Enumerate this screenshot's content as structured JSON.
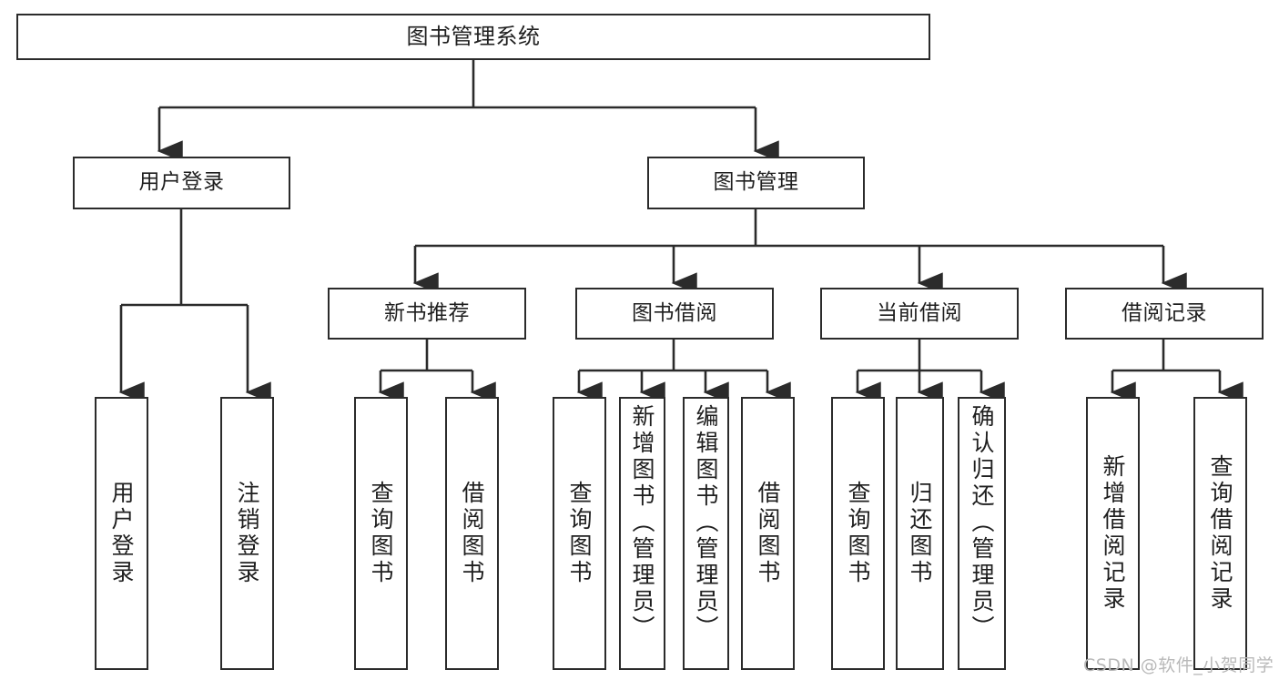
{
  "diagram": {
    "title": "图书管理系统",
    "type": "tree-hierarchy-chart",
    "watermark": "CSDN @软件_小贺同学",
    "colors": {
      "box_border": "#2b2b2b",
      "box_fill": "#ffffff",
      "connector": "#2b2b2b",
      "text": "#1f1f1f",
      "watermark": "#b9b9b9"
    }
  },
  "root": {
    "label": "图书管理系统"
  },
  "level2": [
    {
      "label": "用户登录"
    },
    {
      "label": "图书管理"
    }
  ],
  "level3": [
    {
      "label": "新书推荐"
    },
    {
      "label": "图书借阅"
    },
    {
      "label": "当前借阅"
    },
    {
      "label": "借阅记录"
    }
  ],
  "leaves": {
    "user_login": [
      {
        "label": "用户登录"
      },
      {
        "label": "注销登录"
      }
    ],
    "new_book_recommend": [
      {
        "label": "查询图书"
      },
      {
        "label": "借阅图书"
      }
    ],
    "book_borrow": [
      {
        "label": "查询图书"
      },
      {
        "label": "新增图书（管理员）"
      },
      {
        "label": "编辑图书（管理员）"
      },
      {
        "label": "借阅图书"
      }
    ],
    "current_borrow": [
      {
        "label": "查询图书"
      },
      {
        "label": "归还图书"
      },
      {
        "label": "确认归还（管理员）"
      }
    ],
    "borrow_record": [
      {
        "label": "新增借阅记录"
      },
      {
        "label": "查询借阅记录"
      }
    ]
  }
}
